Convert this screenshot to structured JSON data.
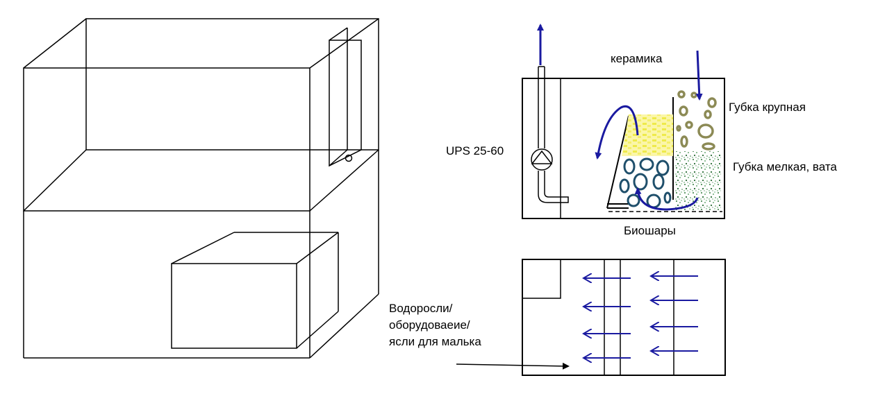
{
  "labels": {
    "ceramics": "керамика",
    "sponge_coarse": "Губка крупная",
    "pump": "UPS 25-60",
    "sponge_fine": "Губка мелкая, вата",
    "bioballs": "Биошары",
    "note_line1": "Водоросли/",
    "note_line2": "оборудоваеие/",
    "note_line3": "ясли для малька"
  },
  "colors": {
    "line": "#000000",
    "flow_arrow": "#1a1aa0",
    "ceramics_fill": "#f2ef66",
    "bioball_stroke": "#1f4f6b",
    "coarse_sponge": "#8c8a55",
    "fine_sponge": "#2f7a3a"
  }
}
